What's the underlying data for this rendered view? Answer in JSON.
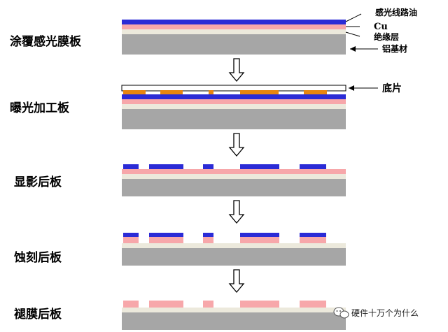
{
  "colors": {
    "substrate": "#a6a6a6",
    "insulation": "#ece9dc",
    "copper": "#f7a7aa",
    "photoresist": "#2b2bd6",
    "film_mark": "#e8860f",
    "film_base": "#ffffff",
    "arrow": "#ffffff"
  },
  "steps": [
    {
      "label": "涂覆感光膜板"
    },
    {
      "label": "曝光加工板"
    },
    {
      "label": "显影后板"
    },
    {
      "label": "蚀刻后板"
    },
    {
      "label": "褪膜后板"
    }
  ],
  "callouts": {
    "photoresist": "感光线路油",
    "copper": "Cu",
    "insulation": "绝缘层",
    "substrate": "铝基材",
    "film": "底片"
  },
  "watermark": {
    "icon": "wechat-icon",
    "text": "硬件十万个为什么"
  }
}
